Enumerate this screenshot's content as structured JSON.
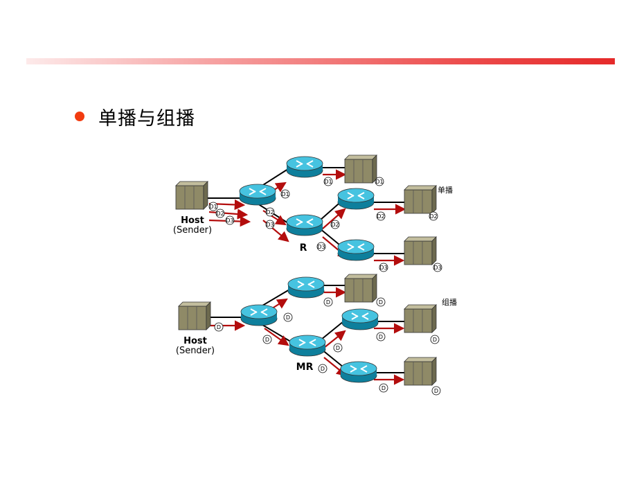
{
  "slide": {
    "heading": "单播与组播"
  },
  "colors": {
    "accent_rule": "#e52a2a",
    "bullet": "#f23c10",
    "router": "#1fa3c4",
    "host": "#9a9472",
    "arrow": "#b30d0d",
    "link": "#000000"
  },
  "unicast": {
    "label": "单播",
    "sender_label_1": "Host",
    "sender_label_2": "(Sender)",
    "router_label": "R",
    "tags": [
      "D1",
      "D2",
      "D3"
    ]
  },
  "multicast": {
    "label": "组播",
    "sender_label_1": "Host",
    "sender_label_2": "(Sender)",
    "router_label": "MR",
    "tag": "D"
  }
}
